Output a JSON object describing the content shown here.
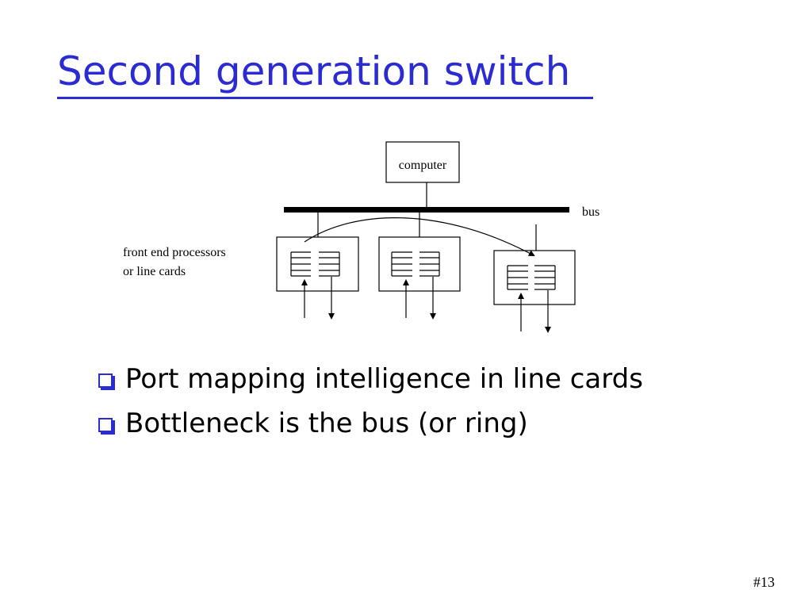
{
  "slide": {
    "title": "Second generation switch",
    "number": "#13",
    "accent_color": "#2b2bd3"
  },
  "diagram": {
    "computer_label": "computer",
    "bus_label": "bus",
    "line_card_label_line1": "front end processors",
    "line_card_label_line2": "or line cards",
    "line_card_count": 3
  },
  "bullets": [
    {
      "text": "Port mapping intelligence in line cards",
      "icon": "square-bullet-icon"
    },
    {
      "text": "Bottleneck is the bus (or ring)",
      "icon": "square-bullet-icon"
    }
  ]
}
